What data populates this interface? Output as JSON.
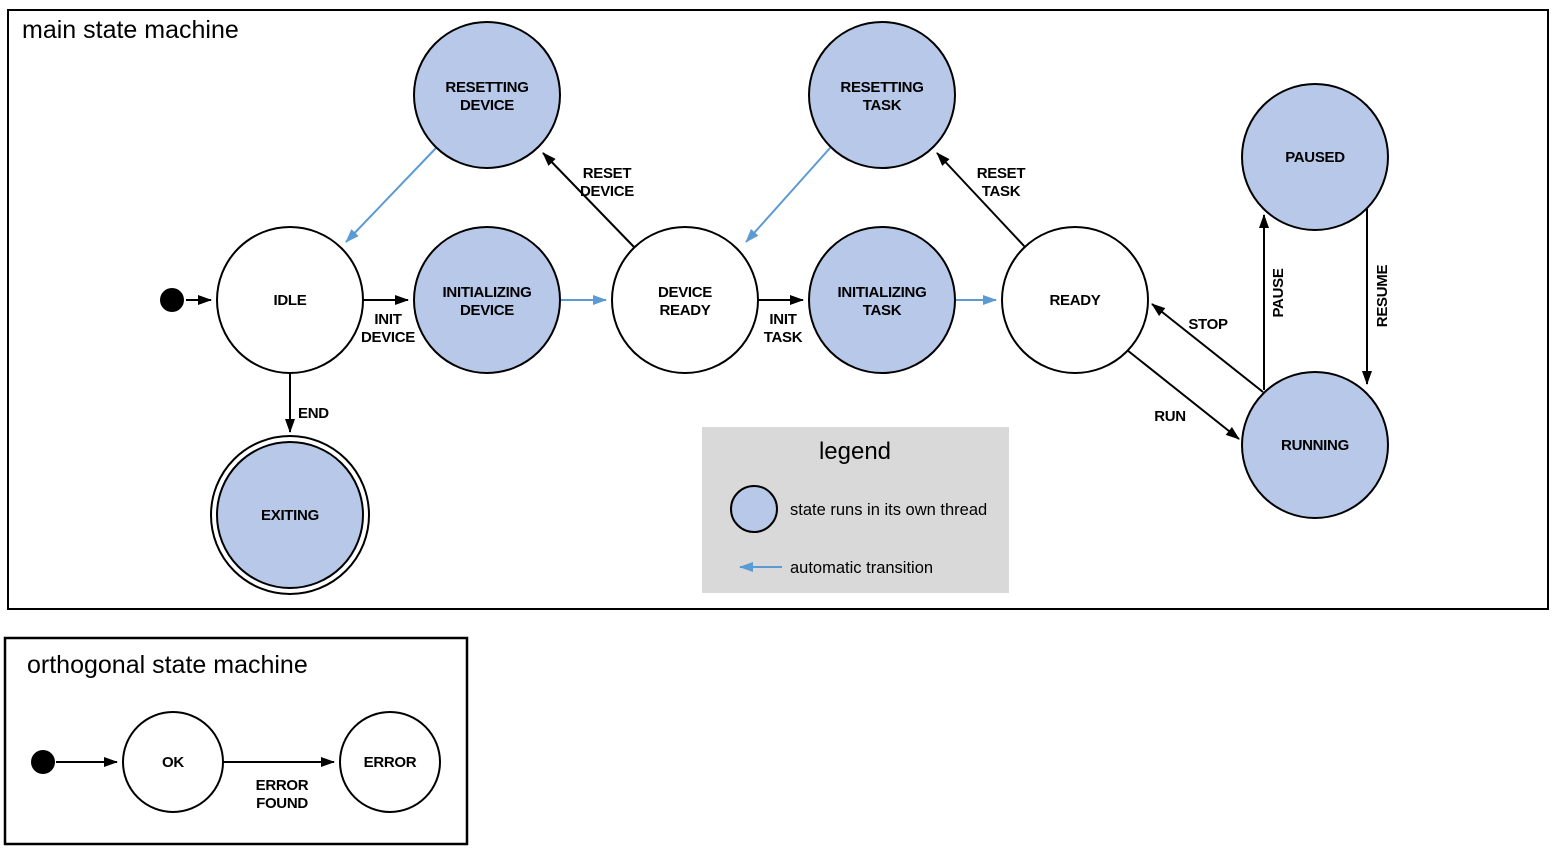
{
  "colors": {
    "threaded_state_fill": "#b7c8e8",
    "automatic_transition_blue": "#5b9bd5",
    "legend_background": "#d9d9d9",
    "outline": "#000000"
  },
  "main_machine": {
    "title": "main state machine",
    "states": {
      "idle": {
        "label": "IDLE"
      },
      "resetting_device": {
        "line1": "RESETTING",
        "line2": "DEVICE"
      },
      "initializing_device": {
        "line1": "INITIALIZING",
        "line2": "DEVICE"
      },
      "device_ready": {
        "line1": "DEVICE",
        "line2": "READY"
      },
      "resetting_task": {
        "line1": "RESETTING",
        "line2": "TASK"
      },
      "initializing_task": {
        "line1": "INITIALIZING",
        "line2": "TASK"
      },
      "ready": {
        "label": "READY"
      },
      "paused": {
        "label": "PAUSED"
      },
      "running": {
        "label": "RUNNING"
      },
      "exiting": {
        "label": "EXITING"
      }
    },
    "transition_labels": {
      "init_device": {
        "line1": "INIT",
        "line2": "DEVICE"
      },
      "reset_device": {
        "line1": "RESET",
        "line2": "DEVICE"
      },
      "init_task": {
        "line1": "INIT",
        "line2": "TASK"
      },
      "reset_task": {
        "line1": "RESET",
        "line2": "TASK"
      },
      "end": {
        "label": "END"
      },
      "run": {
        "label": "RUN"
      },
      "stop": {
        "label": "STOP"
      },
      "pause": {
        "label": "PAUSE"
      },
      "resume": {
        "label": "RESUME"
      }
    }
  },
  "legend": {
    "title": "legend",
    "items": [
      {
        "label": "state runs in its own thread"
      },
      {
        "label": "automatic transition"
      }
    ]
  },
  "orthogonal_machine": {
    "title": "orthogonal state machine",
    "states": {
      "ok": {
        "label": "OK"
      },
      "error": {
        "label": "ERROR"
      }
    },
    "transition_labels": {
      "error_found": {
        "line1": "ERROR",
        "line2": "FOUND"
      }
    }
  }
}
